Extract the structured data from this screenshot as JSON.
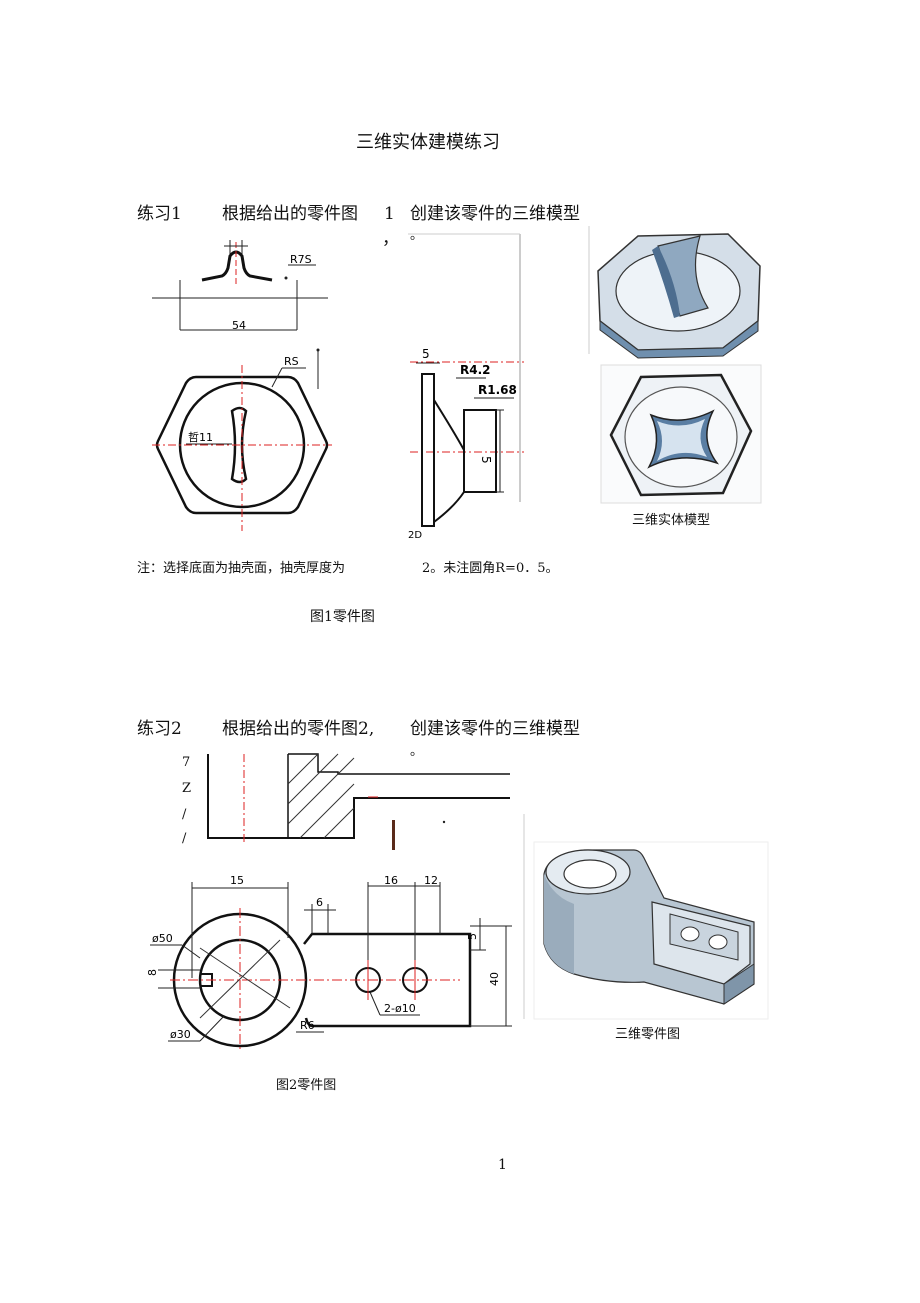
{
  "doc": {
    "title": "三维实体建模练习",
    "page_number": "1"
  },
  "ex1": {
    "label": "练习1",
    "desc_a": "根据给出的零件图",
    "desc_num": "1",
    "desc_comma": "，",
    "desc_b": "创建该零件的三维模型",
    "desc_period": "。",
    "note_a": "注：选择底面为抽壳面，抽壳厚度为",
    "note_b": "2。未注圆角R=0．5。",
    "caption": "图1零件图",
    "model_caption": "三维实体模型",
    "dims": {
      "r7s": "R7S",
      "w54": "54",
      "rs": "RS",
      "d11": "哲11",
      "w5": "5",
      "r42": "R4.2",
      "r168": "R1.68",
      "h5": "5",
      "w2d": "2D"
    }
  },
  "ex2": {
    "label": "练习2",
    "desc_a": "根据给出的零件图2,",
    "desc_b": "创建该零件的三维模型",
    "desc_period": "。",
    "caption": "图2零件图",
    "model_caption": "三维零件图",
    "side_marks": [
      "7",
      "Z",
      "/",
      "/"
    ],
    "dims": {
      "w15": "15",
      "w6": "6",
      "w16": "16",
      "w12": "12",
      "phi50": "ø50",
      "phi30": "ø30",
      "r6": "R6",
      "holes": "2-ø10",
      "h40": "40",
      "h5": "5",
      "w8": "8"
    }
  }
}
